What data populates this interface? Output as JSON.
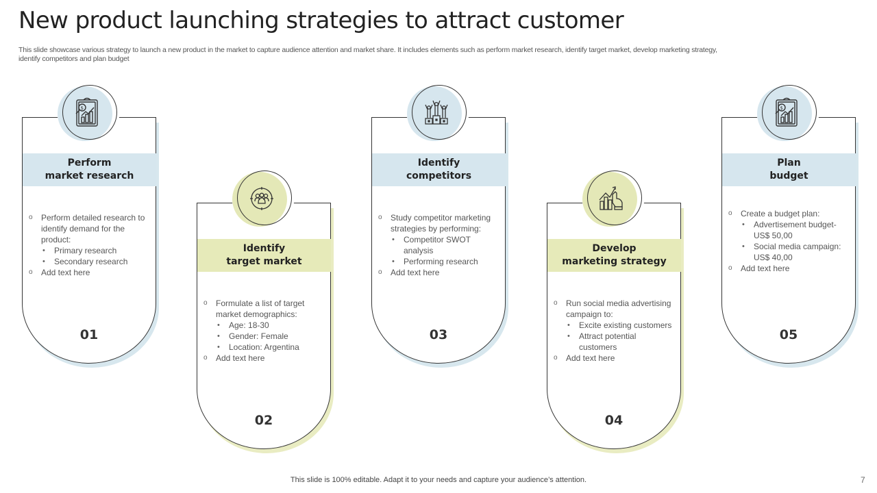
{
  "slide": {
    "title": "New product launching strategies to attract customer",
    "subtitle": "This slide showcase various strategy to launch a new product in the market to capture audience attention and market share. It includes elements such as perform market research, identify target market, develop marketing strategy, identify competitors and plan budget",
    "footer": "This slide is 100% editable. Adapt it to your needs and capture your audience’s attention.",
    "page_number": "7"
  },
  "colors": {
    "blue_accent": "#d6e6ee",
    "green_accent": "#e6eab9",
    "outline": "#333333"
  },
  "steps": [
    {
      "number": "01",
      "icon": "clipboard-chart-icon",
      "heading_line1": "Perform",
      "heading_line2": "market research",
      "items": [
        {
          "text": "Perform detailed research to identify demand for the product:",
          "subitems": [
            "Primary research",
            "Secondary research"
          ]
        },
        {
          "text": "Add text here"
        }
      ]
    },
    {
      "number": "02",
      "icon": "target-audience-icon",
      "heading_line1": "Identify",
      "heading_line2": "target market",
      "items": [
        {
          "text": "Formulate a list of target market demographics:",
          "subitems": [
            "Age: 18-30",
            "Gender: Female",
            "Location: Argentina"
          ]
        },
        {
          "text": "Add text here"
        }
      ]
    },
    {
      "number": "03",
      "icon": "podium-winners-icon",
      "heading_line1": "Identify",
      "heading_line2": "competitors",
      "items": [
        {
          "text": "Study competitor marketing strategies by performing:",
          "subitems": [
            "Competitor SWOT analysis",
            "Performing research"
          ]
        },
        {
          "text": "Add text here"
        }
      ]
    },
    {
      "number": "04",
      "icon": "growth-chart-hand-icon",
      "heading_line1": "Develop",
      "heading_line2": "marketing strategy",
      "items": [
        {
          "text": "Run social media advertising campaign to:",
          "subitems": [
            "Excite existing customers",
            "Attract potential customers"
          ]
        },
        {
          "text": "Add text here"
        }
      ]
    },
    {
      "number": "05",
      "icon": "clipboard-chart-icon",
      "heading_line1": "Plan",
      "heading_line2": "budget",
      "items": [
        {
          "text": "Create a budget plan:",
          "subitems": [
            "Advertisement budget- US$ 50,00",
            "Social media campaign: US$ 40,00"
          ]
        },
        {
          "text": "Add text here"
        }
      ]
    }
  ]
}
